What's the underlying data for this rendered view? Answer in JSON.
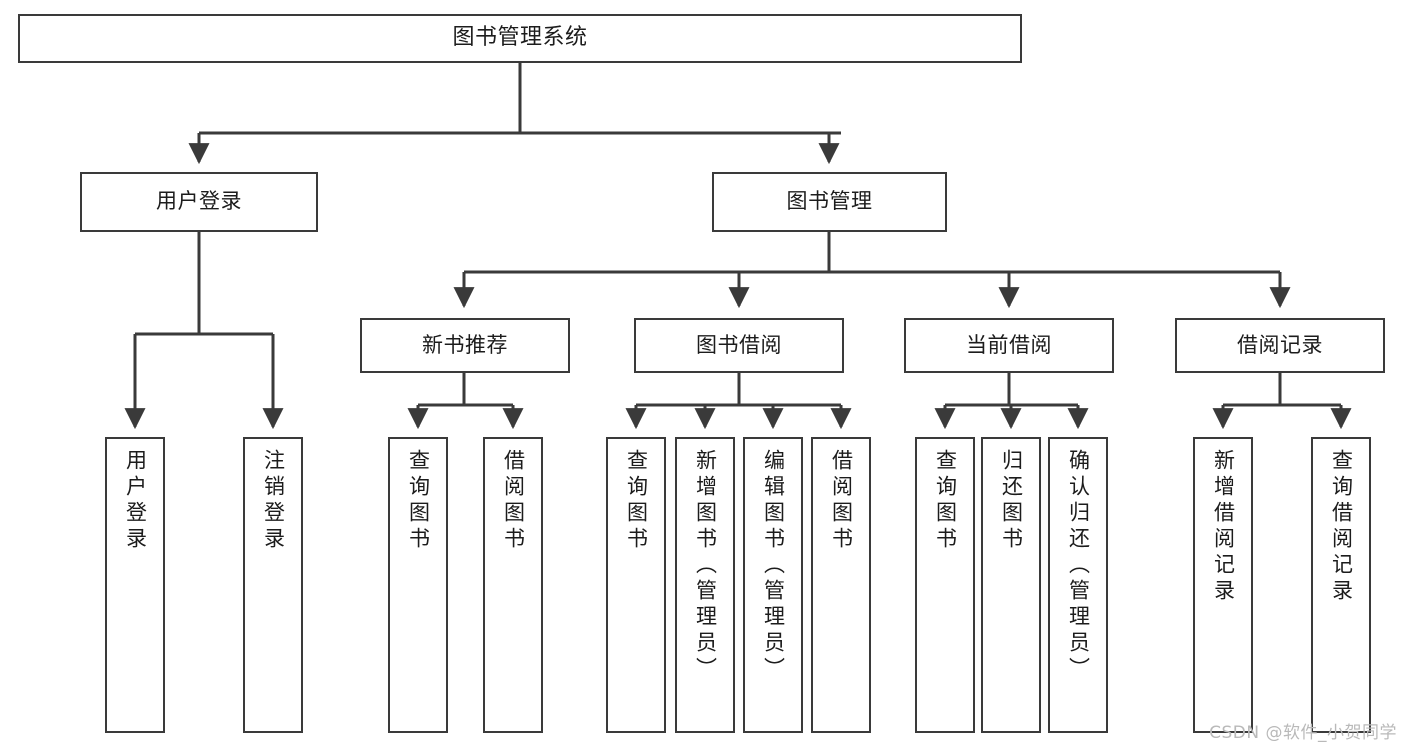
{
  "diagram": {
    "title": "图书管理系统",
    "type": "tree",
    "orientation": "top-down",
    "line_color": "#3a3a3a",
    "box_fill": "#ffffff",
    "text_color": "#1c1c1c"
  },
  "watermark": {
    "text": "CSDN @软件_小贺同学",
    "color": "#b9b9b9"
  },
  "nodes": {
    "root": {
      "label": "图书管理系统"
    },
    "level2": [
      {
        "label": "用户登录"
      },
      {
        "label": "图书管理"
      }
    ],
    "level3": [
      {
        "label": "新书推荐"
      },
      {
        "label": "图书借阅"
      },
      {
        "label": "当前借阅"
      },
      {
        "label": "借阅记录"
      }
    ],
    "leaves": {
      "user_login": [
        {
          "label": "用户登录"
        },
        {
          "label": "注销登录"
        }
      ],
      "new_book_recommend": [
        {
          "label": "查询图书"
        },
        {
          "label": "借阅图书"
        }
      ],
      "book_borrow": [
        {
          "label": "查询图书"
        },
        {
          "label": "新增图书（管理员）"
        },
        {
          "label": "编辑图书（管理员）"
        },
        {
          "label": "借阅图书"
        }
      ],
      "current_borrow": [
        {
          "label": "查询图书"
        },
        {
          "label": "归还图书"
        },
        {
          "label": "确认归还（管理员）"
        }
      ],
      "borrow_record": [
        {
          "label": "新增借阅记录"
        },
        {
          "label": "查询借阅记录"
        }
      ]
    }
  }
}
